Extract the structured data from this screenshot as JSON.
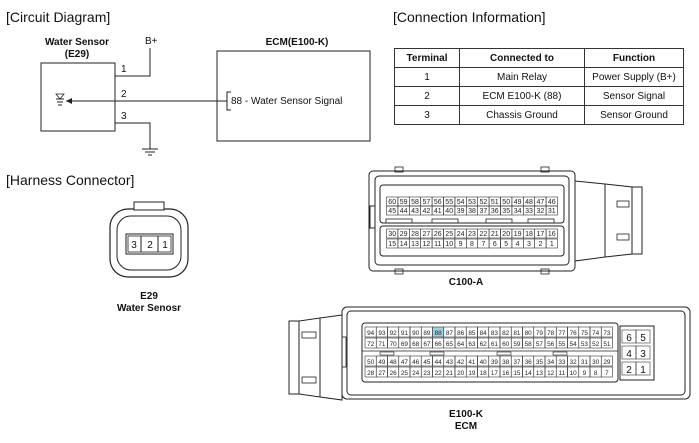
{
  "headings": {
    "circuit": "[Circuit Diagram]",
    "connection": "[Connection Information]",
    "harness": "[Harness Connector]"
  },
  "circuit": {
    "sensor_name": "Water Sensor",
    "sensor_id": "(E29)",
    "supply": "B+",
    "ecm_title": "ECM(E100-K)",
    "pin1": "1",
    "pin2": "2",
    "pin3": "3",
    "ecm_signal": "88 - Water Sensor Signal"
  },
  "table": {
    "headers": [
      "Terminal",
      "Connected to",
      "Function"
    ],
    "rows": [
      [
        "1",
        "Main Relay",
        "Power Supply (B+)"
      ],
      [
        "2",
        "ECM E100-K (88)",
        "Sensor Signal"
      ],
      [
        "3",
        "Chassis Ground",
        "Sensor Ground"
      ]
    ]
  },
  "e29": {
    "pins": [
      "3",
      "2",
      "1"
    ],
    "name": "E29",
    "caption": "Water Senosr"
  },
  "c100": {
    "row1": [
      "60",
      "59",
      "58",
      "57",
      "56",
      "55",
      "54",
      "53",
      "52",
      "51",
      "50",
      "49",
      "48",
      "47",
      "46"
    ],
    "row2": [
      "45",
      "44",
      "43",
      "42",
      "41",
      "40",
      "39",
      "38",
      "37",
      "36",
      "35",
      "34",
      "33",
      "32",
      "31"
    ],
    "row3": [
      "30",
      "29",
      "28",
      "27",
      "26",
      "25",
      "24",
      "23",
      "22",
      "21",
      "20",
      "19",
      "18",
      "17",
      "16"
    ],
    "row4": [
      "15",
      "14",
      "13",
      "12",
      "11",
      "10",
      "9",
      "8",
      "7",
      "6",
      "5",
      "4",
      "3",
      "2",
      "1"
    ],
    "name": "C100-A"
  },
  "e100": {
    "row1": [
      "94",
      "93",
      "92",
      "91",
      "90",
      "89",
      "88",
      "87",
      "86",
      "85",
      "84",
      "83",
      "82",
      "81",
      "80",
      "79",
      "78",
      "77",
      "76",
      "75",
      "74",
      "73"
    ],
    "row2": [
      "72",
      "71",
      "70",
      "69",
      "68",
      "67",
      "66",
      "65",
      "64",
      "63",
      "62",
      "61",
      "60",
      "59",
      "58",
      "57",
      "56",
      "55",
      "54",
      "53",
      "52",
      "51"
    ],
    "row3": [
      "50",
      "49",
      "48",
      "47",
      "46",
      "45",
      "44",
      "43",
      "42",
      "41",
      "40",
      "39",
      "38",
      "37",
      "36",
      "35",
      "34",
      "33",
      "32",
      "31",
      "30",
      "29"
    ],
    "row4": [
      "28",
      "27",
      "26",
      "25",
      "24",
      "23",
      "22",
      "21",
      "20",
      "19",
      "18",
      "17",
      "16",
      "15",
      "14",
      "13",
      "12",
      "11",
      "10",
      "9",
      "8",
      "7"
    ],
    "side": [
      [
        "6",
        "5"
      ],
      [
        "4",
        "3"
      ],
      [
        "2",
        "1"
      ]
    ],
    "highlight": "88",
    "highlight_color": "#9fd3e0",
    "name": "E100-K",
    "caption": "ECM"
  }
}
